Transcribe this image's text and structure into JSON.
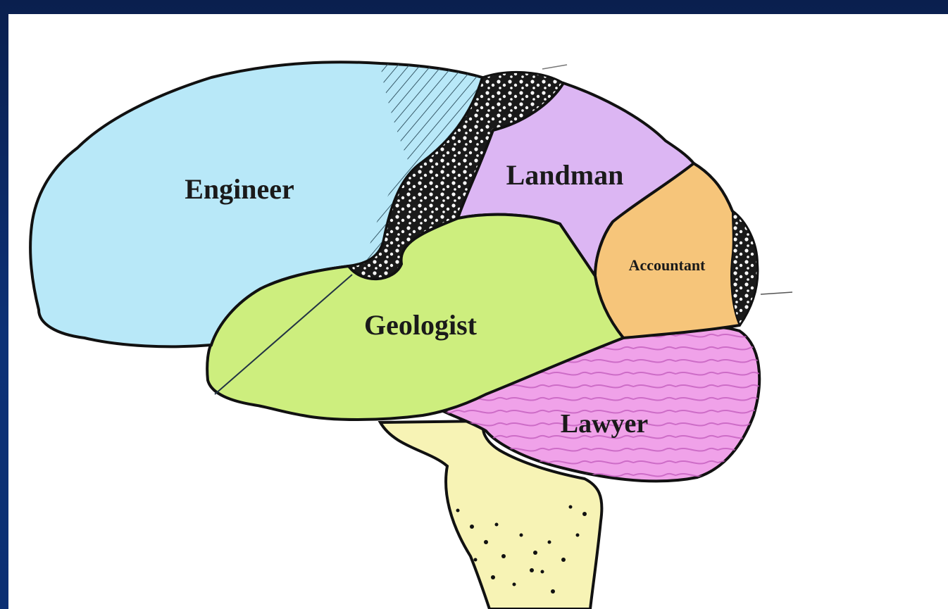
{
  "diagram": {
    "regions": [
      {
        "id": "frontal",
        "label": "Engineer",
        "color": "#b8e8f8"
      },
      {
        "id": "parietal",
        "label": "Landman",
        "color": "#dcb6f3"
      },
      {
        "id": "occipital",
        "label": "Accountant",
        "color": "#f6c57a"
      },
      {
        "id": "temporal",
        "label": "Geologist",
        "color": "#cdee7e"
      },
      {
        "id": "cerebellum",
        "label": "Lawyer",
        "color": "#f0a2e9"
      }
    ],
    "brainstem_color": "#f7f3b5",
    "outline_color": "#111111"
  }
}
